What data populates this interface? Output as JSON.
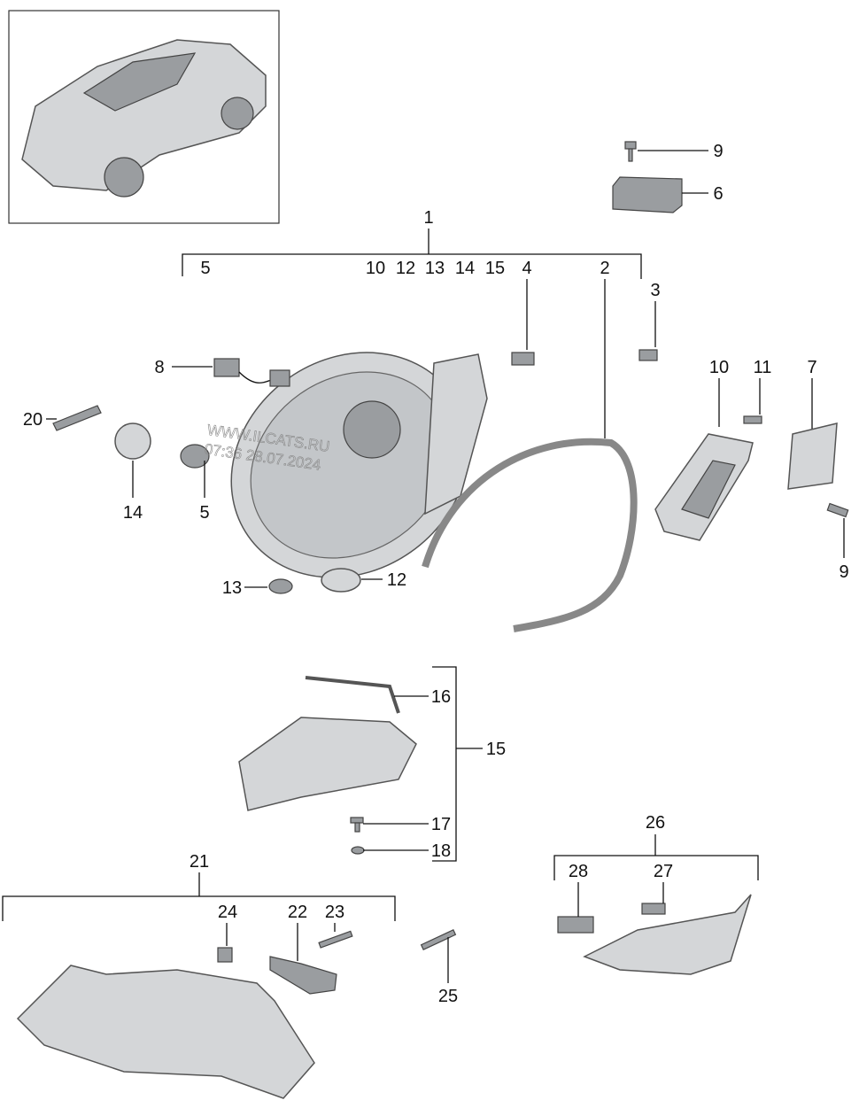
{
  "callouts": [
    "9",
    "6",
    "1",
    "5",
    "10",
    "12",
    "13",
    "14",
    "15",
    "4",
    "2",
    "3",
    "8",
    "20",
    "14",
    "5",
    "10",
    "11",
    "7",
    "9",
    "13",
    "12",
    "16",
    "15",
    "17",
    "18",
    "21",
    "24",
    "22",
    "23",
    "25",
    "26",
    "28",
    "27"
  ],
  "watermark": {
    "line1": "WWW.ILCATS.RU",
    "line2": "07:36 28.07.2024"
  }
}
